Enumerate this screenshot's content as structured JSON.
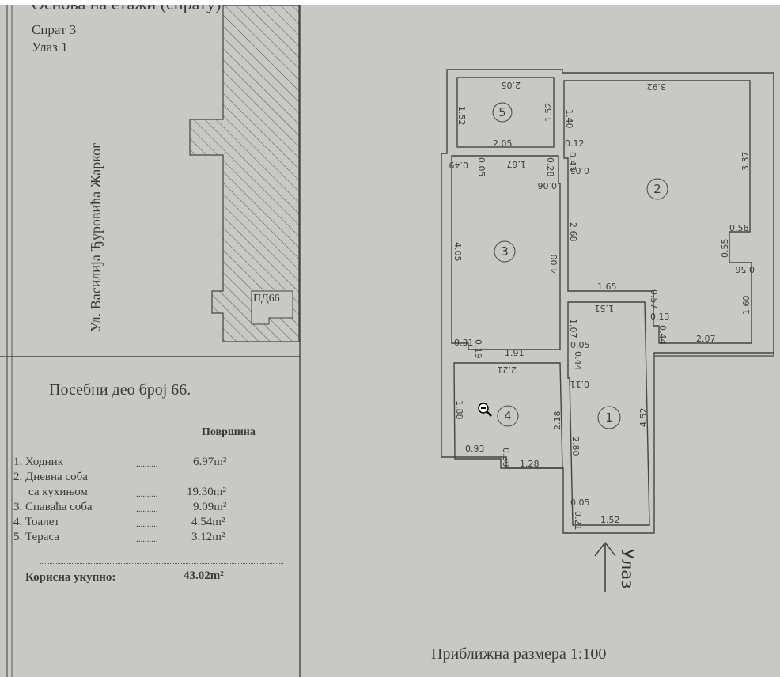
{
  "header": {
    "title_fragment": "Основа на етажи (спрату)",
    "floor": "Спрат 3",
    "entrance": "Улаз 1"
  },
  "street": "Ул. Василија Ђуровића Жарког",
  "building_label": "ПД66",
  "unit_title": "Посебни део број 66.",
  "area_header": "Површина",
  "rooms": [
    {
      "name": "1. Ходник",
      "dots": "..........",
      "area": "6.97m²"
    },
    {
      "name": "2. Дневна соба",
      "name2": "са кухињом",
      "dots": "..........",
      "area": "19.30m²"
    },
    {
      "name": "3. Спаваћа соба",
      "dots": "..........",
      "area": "9.09m²"
    },
    {
      "name": "4. Тоалет",
      "dots": "..........",
      "area": "4.54m²"
    },
    {
      "name": "5. Тераса",
      "dots": "..........",
      "area": "3.12m²"
    }
  ],
  "total_label": "Корисна укупно:",
  "total_value": "43.02m²",
  "plan": {
    "room_numbers": [
      "1",
      "2",
      "3",
      "4",
      "5"
    ],
    "dims": {
      "r5_top": "2.05",
      "r5_left": "1.52",
      "r5_right": "1.52",
      "r5_bottom": "2.05",
      "r2_top": "3.92",
      "r2_140": "1.40",
      "r2_012": "0.12",
      "r2_043": "0.43",
      "r2_005": "0.05",
      "r2_268": "2.68",
      "r2_337": "3.37",
      "r2_056a": "0.56",
      "r2_055": "0.55",
      "r2_056b": "0.56",
      "r2_160": "1.60",
      "r2_165": "1.65",
      "r2_057": "0.57",
      "r2_013": "0.13",
      "r2_044": "0.44",
      "r2_207": "2.07",
      "r3_049": "0.49",
      "r3_005": "0.05",
      "r3_167": "1.67",
      "r3_028": "0.28",
      "r3_006": "0.06",
      "r3_405": "4.05",
      "r3_400": "4.00",
      "r3_031": "0.31",
      "r3_019": "0.19",
      "r3_191": "1.91",
      "r4_221": "2.21",
      "r4_188": "1.88",
      "r4_218": "2.18",
      "r4_093": "0.93",
      "r4_030": "0.30",
      "r4_128": "1.28",
      "r1_151": "1.51",
      "r1_107": "1.07",
      "r1_005": "0.05",
      "r1_044": "0.44",
      "r1_011": "0.11",
      "r1_280": "2.80",
      "r1_452": "4.52",
      "r1_005b": "0.05",
      "r1_021": "0.21",
      "r1_152": "1.52"
    },
    "entrance_label": "Улаз"
  },
  "scale": "Приближна размера 1:100",
  "cursor_icon": "zoom-out-icon"
}
